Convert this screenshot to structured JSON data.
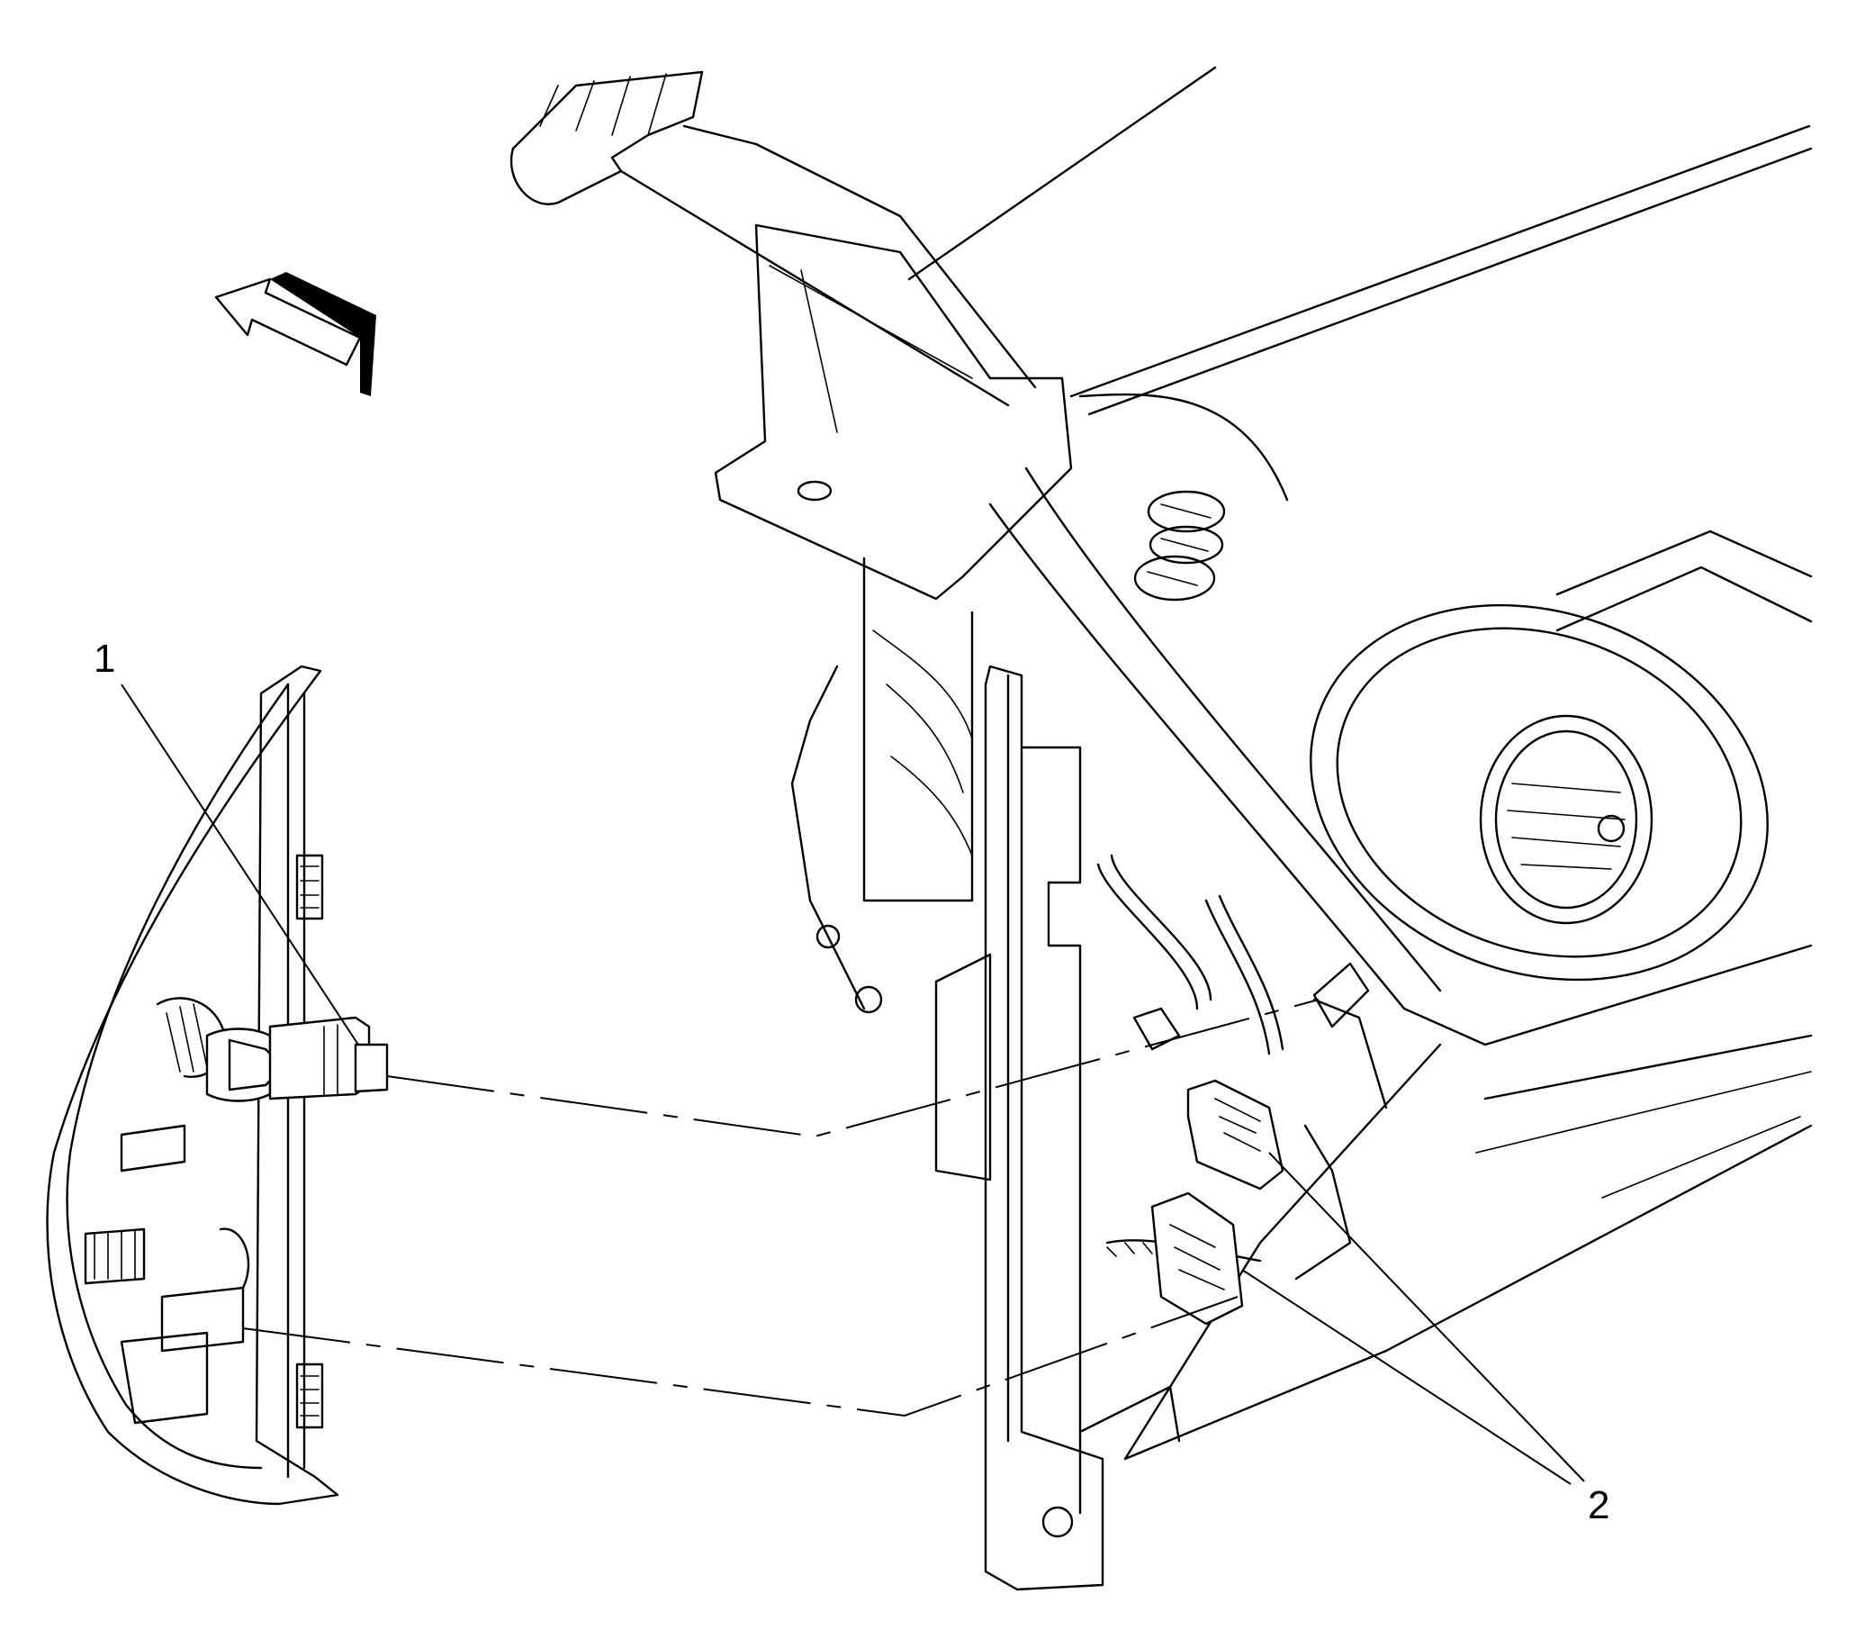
{
  "callouts": [
    {
      "id": "1",
      "label": "1"
    },
    {
      "id": "2",
      "label": "2"
    }
  ],
  "icons": {
    "direction_arrow": "front-direction-arrow-icon"
  },
  "colors": {
    "line": "#000000",
    "background": "#ffffff"
  }
}
